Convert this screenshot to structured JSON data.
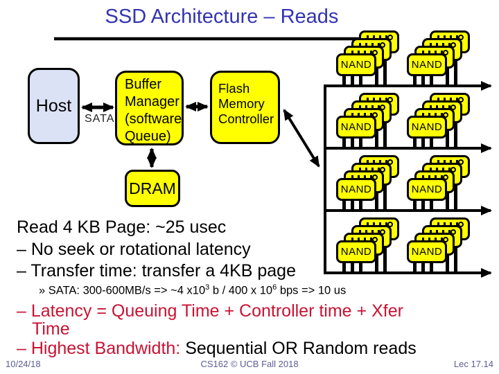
{
  "title": "SSD Architecture – Reads",
  "diagram": {
    "host_label": "Host",
    "sata_label": "SATA",
    "buffer_lines": [
      "Buffer",
      "Manager",
      "(software",
      "Queue)"
    ],
    "fmc_lines": [
      "Flash",
      "Memory",
      "Controller"
    ],
    "dram_label": "DRAM",
    "nand_label": "NAND",
    "nand_stack_count": 8,
    "colors": {
      "chip_fill": "#FFFF00",
      "host_fill": "#DCE2F6",
      "connector": "#000000"
    }
  },
  "body": {
    "line1": "Read 4 KB Page: ~25 usec",
    "line2": "– No seek or rotational latency",
    "line3": "– Transfer time: transfer a 4KB page",
    "sata_detail": {
      "p0": "» SATA: 300-600MB/s => ~4 x10",
      "sup1": "3",
      "p2": " b / 400 x 10",
      "sup3": "6",
      "p4": " bps => 10 us"
    },
    "latency_line1": "– Latency = Queuing Time + Controller time + Xfer",
    "latency_line2": "Time",
    "bandwidth_red": "– Highest Bandwidth: ",
    "bandwidth_black": "Sequential OR Random reads"
  },
  "footer": {
    "date": "10/24/18",
    "center": "CS162 © UCB Fall 2018",
    "right": "Lec 17.14"
  },
  "colors": {
    "title": "#3333B2",
    "emphasis_red": "#C81333",
    "footer": "#5B5B96"
  }
}
